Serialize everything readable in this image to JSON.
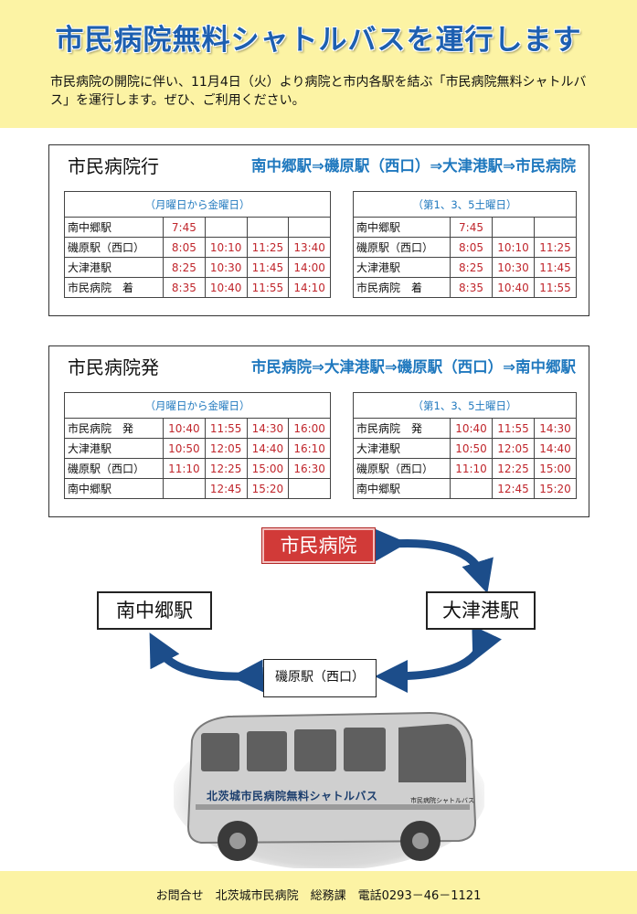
{
  "header": {
    "title": "市民病院無料シャトルバスを運行します",
    "intro": "市民病院の開院に伴い、11月4日（火）より病院と市内各駅を結ぶ「市民病院無料シャトルバス」を運行します。ぜひ、ご利用ください。"
  },
  "inbound": {
    "title": "市民病院行",
    "route": "南中郷駅⇒磯原駅（西口）⇒大津港駅⇒市民病院",
    "weekday": {
      "heading": "（月曜日から金曜日）",
      "rows": [
        {
          "station": "南中郷駅",
          "times": [
            "7:45",
            "",
            "",
            ""
          ]
        },
        {
          "station": "磯原駅（西口）",
          "times": [
            "8:05",
            "10:10",
            "11:25",
            "13:40"
          ]
        },
        {
          "station": "大津港駅",
          "times": [
            "8:25",
            "10:30",
            "11:45",
            "14:00"
          ]
        },
        {
          "station": "市民病院　着",
          "times": [
            "8:35",
            "10:40",
            "11:55",
            "14:10"
          ]
        }
      ]
    },
    "saturday": {
      "heading": "（第1、3、5土曜日）",
      "rows": [
        {
          "station": "南中郷駅",
          "times": [
            "7:45",
            "",
            ""
          ]
        },
        {
          "station": "磯原駅（西口）",
          "times": [
            "8:05",
            "10:10",
            "11:25"
          ]
        },
        {
          "station": "大津港駅",
          "times": [
            "8:25",
            "10:30",
            "11:45"
          ]
        },
        {
          "station": "市民病院　着",
          "times": [
            "8:35",
            "10:40",
            "11:55"
          ]
        }
      ]
    }
  },
  "outbound": {
    "title": "市民病院発",
    "route": "市民病院⇒大津港駅⇒磯原駅（西口）⇒南中郷駅",
    "weekday": {
      "heading": "（月曜日から金曜日）",
      "rows": [
        {
          "station": "市民病院　発",
          "times": [
            "10:40",
            "11:55",
            "14:30",
            "16:00"
          ]
        },
        {
          "station": "大津港駅",
          "times": [
            "10:50",
            "12:05",
            "14:40",
            "16:10"
          ]
        },
        {
          "station": "磯原駅（西口）",
          "times": [
            "11:10",
            "12:25",
            "15:00",
            "16:30"
          ]
        },
        {
          "station": "南中郷駅",
          "times": [
            "",
            "12:45",
            "15:20",
            ""
          ]
        }
      ]
    },
    "saturday": {
      "heading": "（第1、3、5土曜日）",
      "rows": [
        {
          "station": "市民病院　発",
          "times": [
            "10:40",
            "11:55",
            "14:30"
          ]
        },
        {
          "station": "大津港駅",
          "times": [
            "10:50",
            "12:05",
            "14:40"
          ]
        },
        {
          "station": "磯原駅（西口）",
          "times": [
            "11:10",
            "12:25",
            "15:00"
          ]
        },
        {
          "station": "南中郷駅",
          "times": [
            "",
            "12:45",
            "15:20"
          ]
        }
      ]
    }
  },
  "diagram": {
    "hospital": "市民病院",
    "minami": "南中郷駅",
    "otsu": "大津港駅",
    "isohara": "磯原駅（西口）"
  },
  "bus": {
    "label": "北茨城市民病院無料シャトルバス",
    "sign": "市民病院シャトルバス"
  },
  "footer": {
    "contact": "お問合せ　北茨城市民病院　総務課　電話0293－46－1121"
  },
  "colors": {
    "accent": "#1f78be",
    "time": "#c0262c",
    "background_band": "#fcf3a4",
    "arrow": "#1c4d8a"
  }
}
